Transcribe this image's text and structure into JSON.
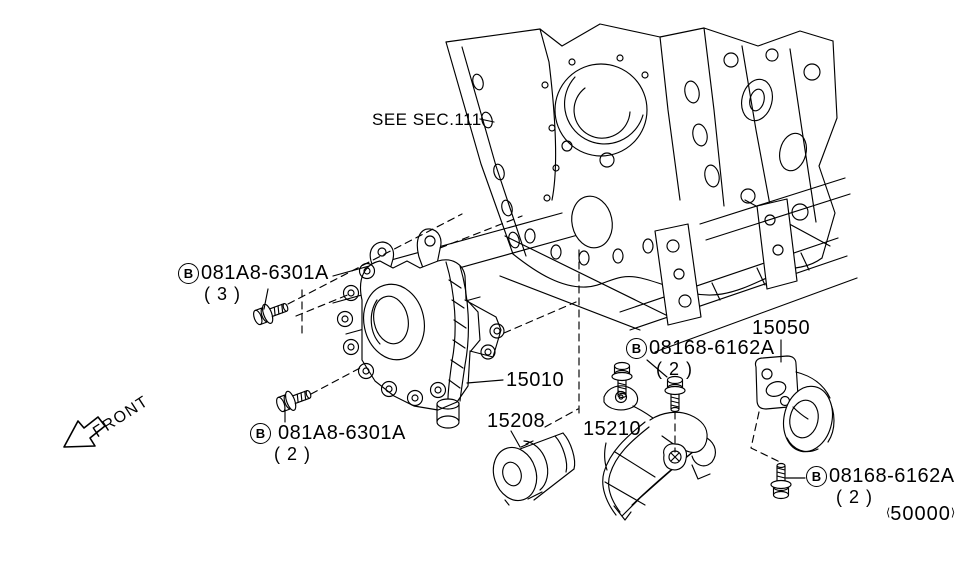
{
  "diagram": {
    "section_note": "SEE SEC.111",
    "front_indicator": "FRONT",
    "sheet_code": "50000",
    "sheet_code_marks": {
      "open": "⟨",
      "close": "⟩"
    },
    "callouts": {
      "oil_pump": "15010",
      "oil_filter": "15208",
      "filter_bracket": "15210",
      "oil_strainer": "15050"
    },
    "hardware": [
      {
        "prefix": "B",
        "code": "081A8-6301A",
        "qty": "(3)"
      },
      {
        "prefix": "B",
        "code": "081A8-6301A",
        "qty": "(2)"
      },
      {
        "prefix": "B",
        "code": "08168-6162A",
        "qty": "(2)"
      },
      {
        "prefix": "B",
        "code": "08168-6162A",
        "qty": "(2)"
      }
    ],
    "colors": {
      "line": "#000000",
      "background": "#ffffff"
    }
  }
}
